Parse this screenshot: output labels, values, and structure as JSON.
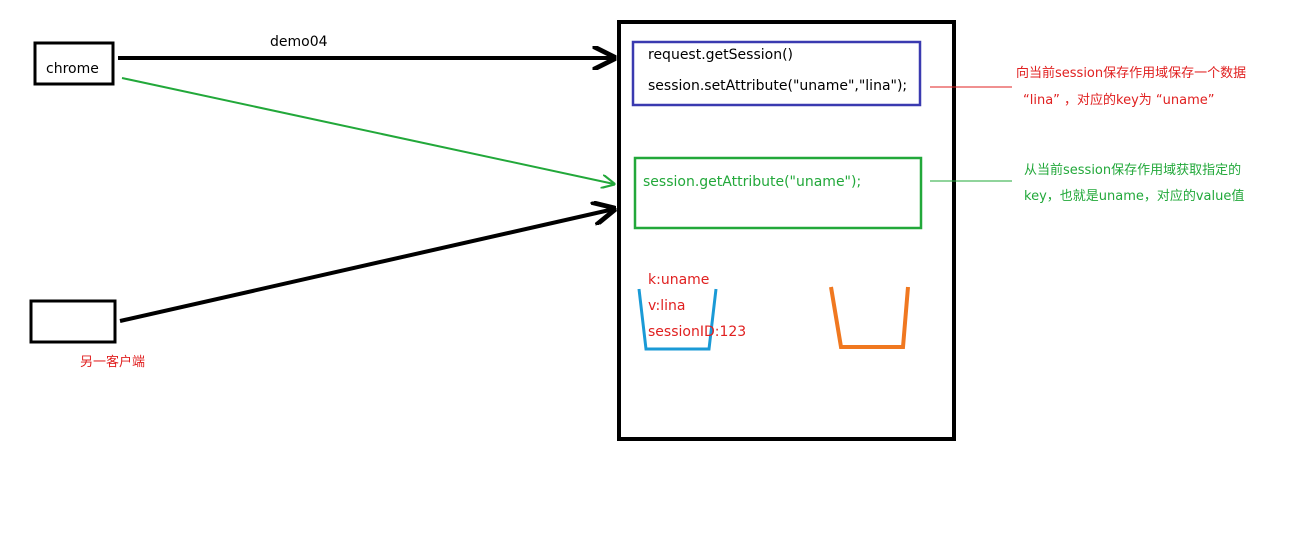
{
  "client": {
    "label": "chrome",
    "other_client_label": "另一客户端"
  },
  "edge": {
    "label": "demo04"
  },
  "server": {
    "set_block": {
      "line1": "request.getSession()",
      "line2": "session.setAttribute(\"uname\",\"lina\");"
    },
    "get_block": {
      "line1": "session.getAttribute(\"uname\");"
    },
    "session_store": {
      "key": "k:uname",
      "value": "v:lina",
      "id": "sessionID:123"
    }
  },
  "notes": {
    "set_note_line1": "向当前session保存作用域保存一个数据",
    "set_note_line2": "“lina” ，对应的key为 “uname”",
    "get_note_line1": "从当前session保存作用域获取指定的",
    "get_note_line2": "key，也就是uname，对应的value值"
  },
  "colors": {
    "black": "#000000",
    "blue": "#3a3ab0",
    "green": "#22a83a",
    "red": "#e02020",
    "cyan": "#1a9ad6",
    "orange": "#f07820"
  }
}
